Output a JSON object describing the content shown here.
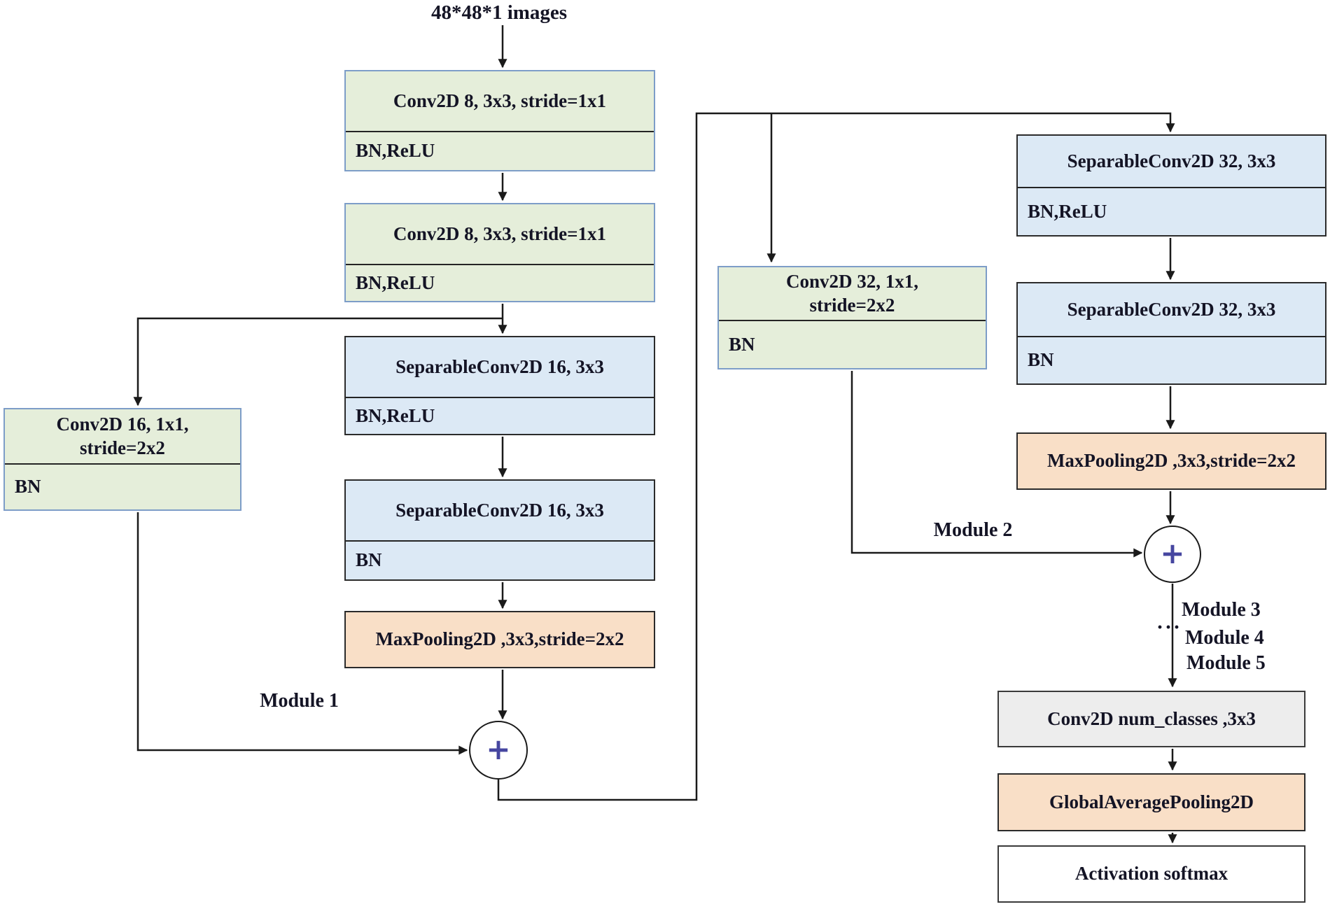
{
  "diagram": {
    "input_label": "48*48*1  images",
    "plus_symbol": "+",
    "dots": "···",
    "module_labels": {
      "m1": "Module  1",
      "m2": "Module  2",
      "m3": "Module  3",
      "m4": "Module 4",
      "m5": "Module 5"
    },
    "boxes": {
      "conv8_a": {
        "header": "Conv2D  8, 3x3, stride=1x1",
        "body": "BN,ReLU"
      },
      "conv8_b": {
        "header": "Conv2D  8, 3x3, stride=1x1",
        "body": "BN,ReLU"
      },
      "sep16_a": {
        "header": "SeparableConv2D 16, 3x3",
        "body": "BN,ReLU"
      },
      "conv16_sc": {
        "header": "Conv2D 16, 1x1,\nstride=2x2",
        "body": "BN"
      },
      "sep16_b": {
        "header": "SeparableConv2D 16, 3x3",
        "body": "BN"
      },
      "maxpool1": {
        "label": "MaxPooling2D ,3x3,stride=2x2"
      },
      "conv32_sc": {
        "header": "Conv2D 32, 1x1,\nstride=2x2",
        "body": "BN"
      },
      "sep32_a": {
        "header": "SeparableConv2D 32, 3x3",
        "body": "BN,ReLU"
      },
      "sep32_b": {
        "header": "SeparableConv2D 32, 3x3",
        "body": "BN"
      },
      "maxpool2": {
        "label": "MaxPooling2D ,3x3,stride=2x2"
      },
      "conv_out": {
        "label": "Conv2D num_classes ,3x3"
      },
      "gap": {
        "label": "GlobalAveragePooling2D"
      },
      "softmax": {
        "label": "Activation softmax"
      }
    },
    "colors": {
      "green_fill": "#e5eeda",
      "green_border": "#7d9dc8",
      "blue_fill": "#dce9f5",
      "orange_fill": "#f9dfc7",
      "gray_fill": "#ededed",
      "white_fill": "#ffffff",
      "line": "#1a1a1a",
      "text": "#141425",
      "plus": "#4646a0"
    }
  }
}
